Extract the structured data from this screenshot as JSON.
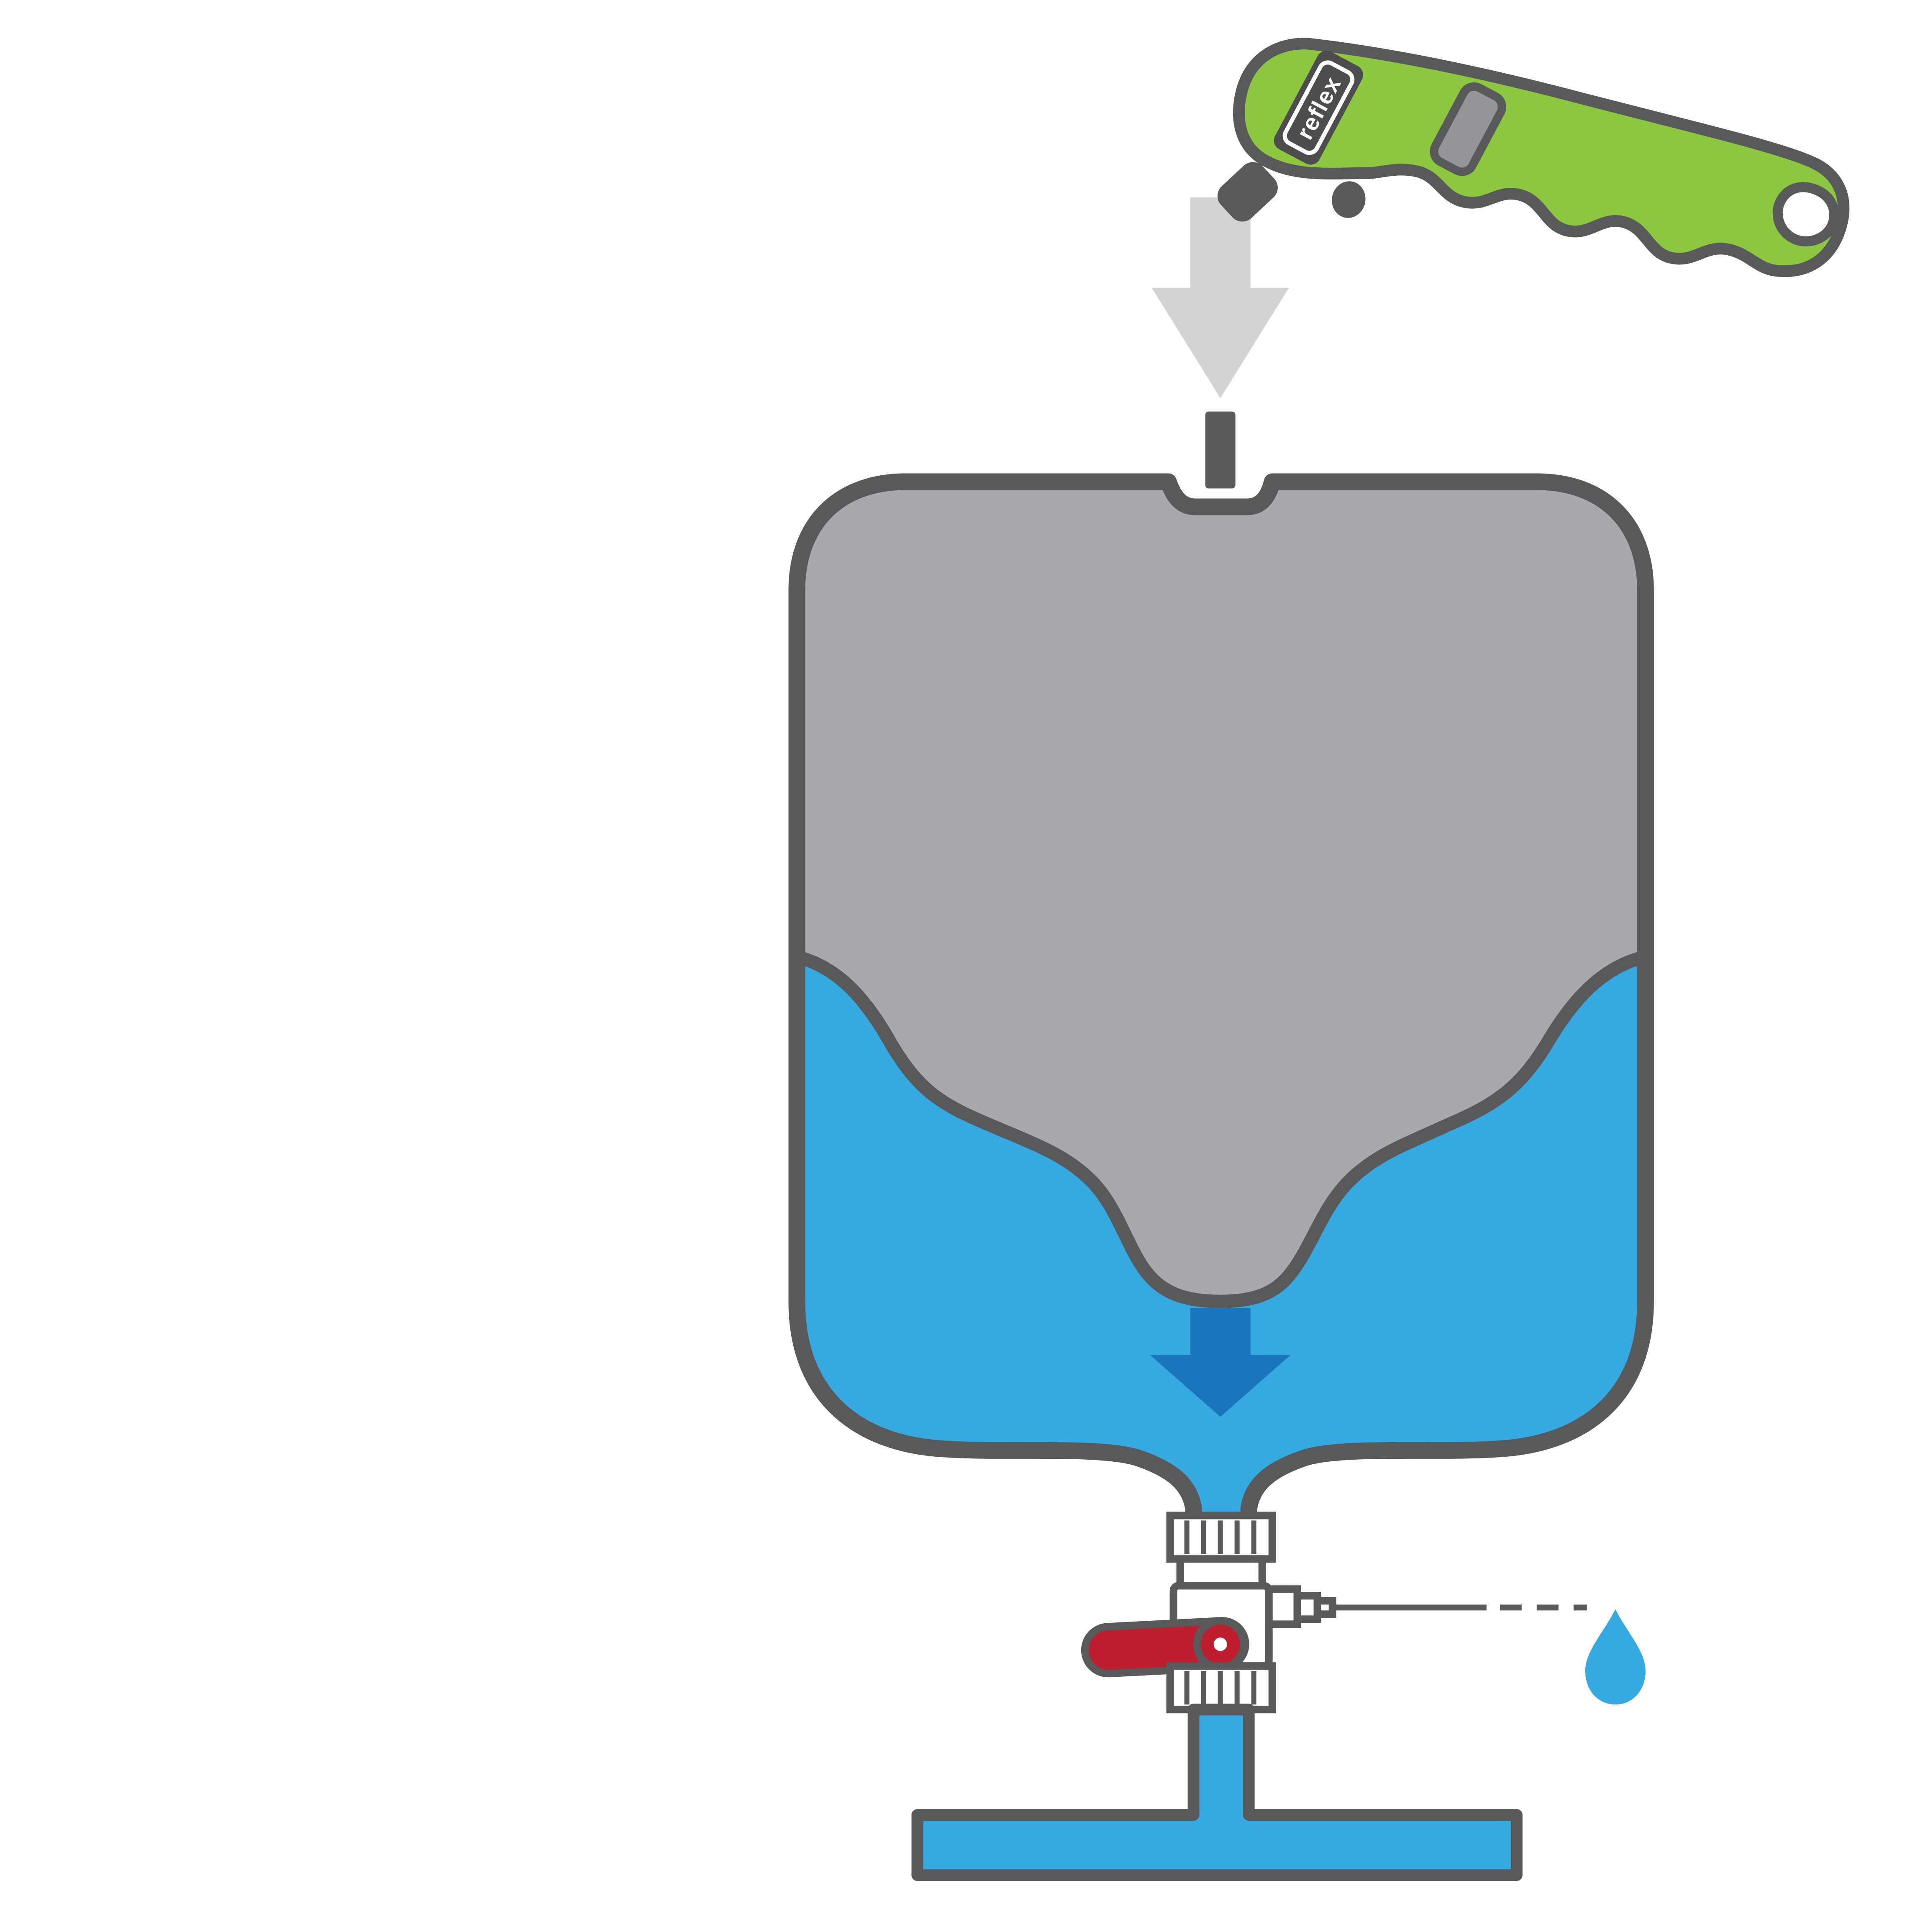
{
  "diagram": {
    "subject": "membrane-expansion-vessel-pressure-check",
    "device_label": "reflex",
    "colors": {
      "background": "#ffffff",
      "outline": "#58595b",
      "tank_gray": "#a7a9ac",
      "water_blue": "#36a9e1",
      "arrow_blue": "#1b75bc",
      "arrow_gray": "#d1d3d4",
      "device_green": "#8dc63f",
      "handle_red": "#be1e2d",
      "display_gray": "#939598",
      "label_bg": "#4d4d4f",
      "metal_white": "#ffffff"
    },
    "parts": {
      "gauge": "pressure-gauge",
      "gas_arrow": "gas-charge-direction-arrow",
      "valve_stem": "air-valve-stem",
      "tank": "expansion-vessel",
      "gas_side": "gas-cushion-gray",
      "water_side": "water-blue",
      "membrane": "membrane-boundary",
      "water_arrow": "water-flow-arrow",
      "drain_valve": "drain-valve-red-lever",
      "drain_line": "drain-outlet-line",
      "droplet": "water-droplet",
      "pipe": "system-pipe-tee"
    }
  }
}
